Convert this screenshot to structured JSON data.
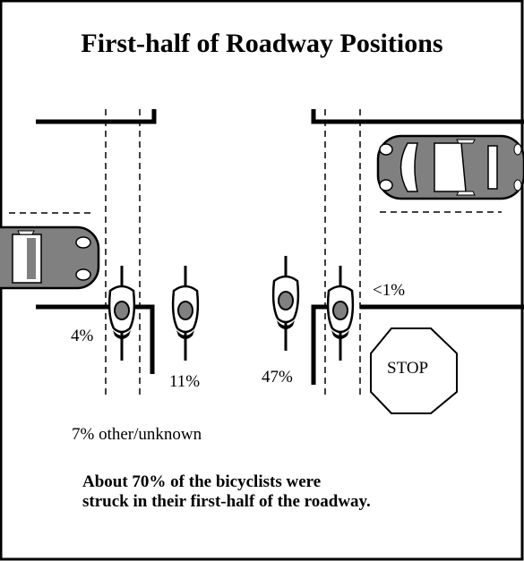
{
  "title": "First-half of Roadway Positions",
  "positions": {
    "p1": "4%",
    "p2": "11%",
    "p3": "47%",
    "p4": "<1%"
  },
  "other_note": "7% other/unknown",
  "summary": {
    "line1": "About 70% of the bicyclists were",
    "line2": "struck in their first-half of the roadway."
  },
  "stop_sign": "STOP"
}
